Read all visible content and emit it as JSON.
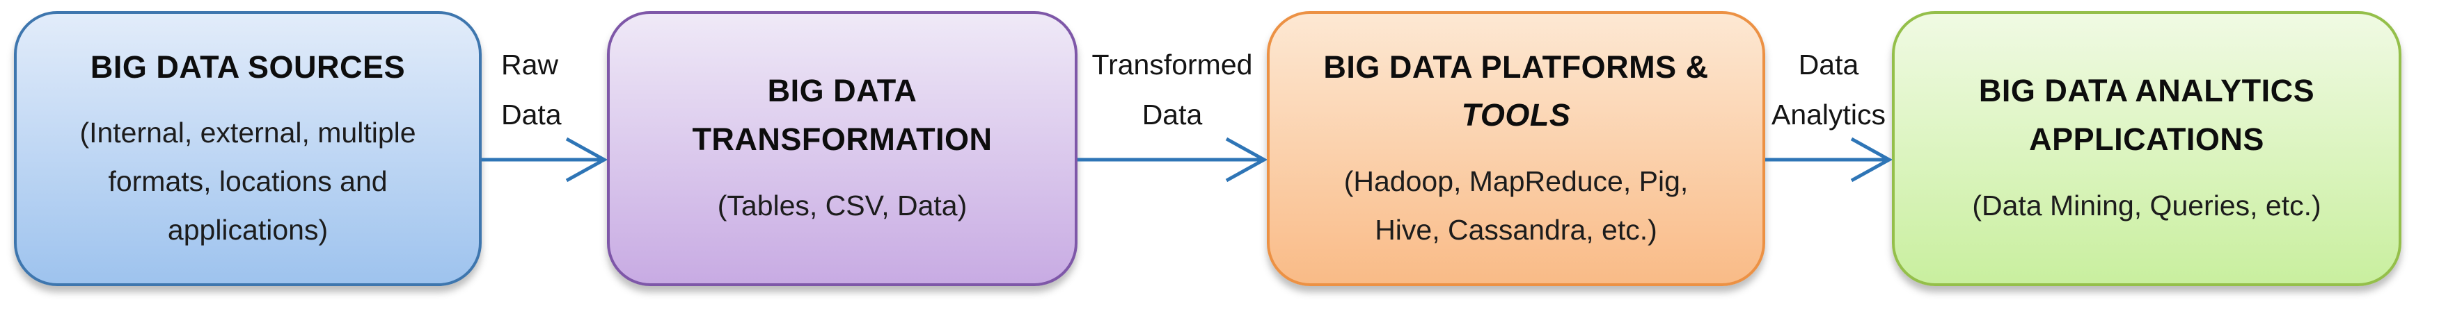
{
  "diagram": {
    "background_color": "#ffffff",
    "arrow_color": "#2e75b6",
    "text_color": "#141414",
    "boxes": [
      {
        "id": "big-data-sources",
        "title_lines": [
          "BIG DATA SOURCES"
        ],
        "body_lines": [
          "(Internal, external, multiple",
          "formats, locations and",
          "applications)"
        ],
        "fill_top": "#e2ecfa",
        "fill_bottom": "#9ec3ee",
        "border": "#3e76ae"
      },
      {
        "id": "big-data-transformation",
        "title_lines": [
          "BIG DATA",
          "TRANSFORMATION"
        ],
        "body_lines": [
          "(Tables, CSV, Data)"
        ],
        "fill_top": "#efe9f7",
        "fill_bottom": "#c8abe3",
        "border": "#7e57a8"
      },
      {
        "id": "big-data-platforms-tools",
        "title_lines": [
          "BIG DATA PLATFORMS &",
          "TOOLS"
        ],
        "body_lines": [
          "(Hadoop, MapReduce, Pig,",
          "Hive, Cassandra, etc.)"
        ],
        "fill_top": "#fde8d3",
        "fill_bottom": "#f9bb87",
        "border": "#ec9144"
      },
      {
        "id": "big-data-analytics-applications",
        "title_lines": [
          "BIG DATA ANALYTICS",
          "APPLICATIONS"
        ],
        "body_lines": [
          "(Data Mining, Queries, etc.)"
        ],
        "fill_top": "#f0fae3",
        "fill_bottom": "#c9ef9f",
        "border": "#94bf4a"
      }
    ],
    "arrows": [
      {
        "id": "raw-data",
        "label_lines": [
          "Raw",
          "Data"
        ]
      },
      {
        "id": "transformed-data",
        "label_lines": [
          "Transformed",
          "Data"
        ]
      },
      {
        "id": "data-analytics",
        "label_lines": [
          "Data",
          "Analytics"
        ]
      }
    ]
  }
}
